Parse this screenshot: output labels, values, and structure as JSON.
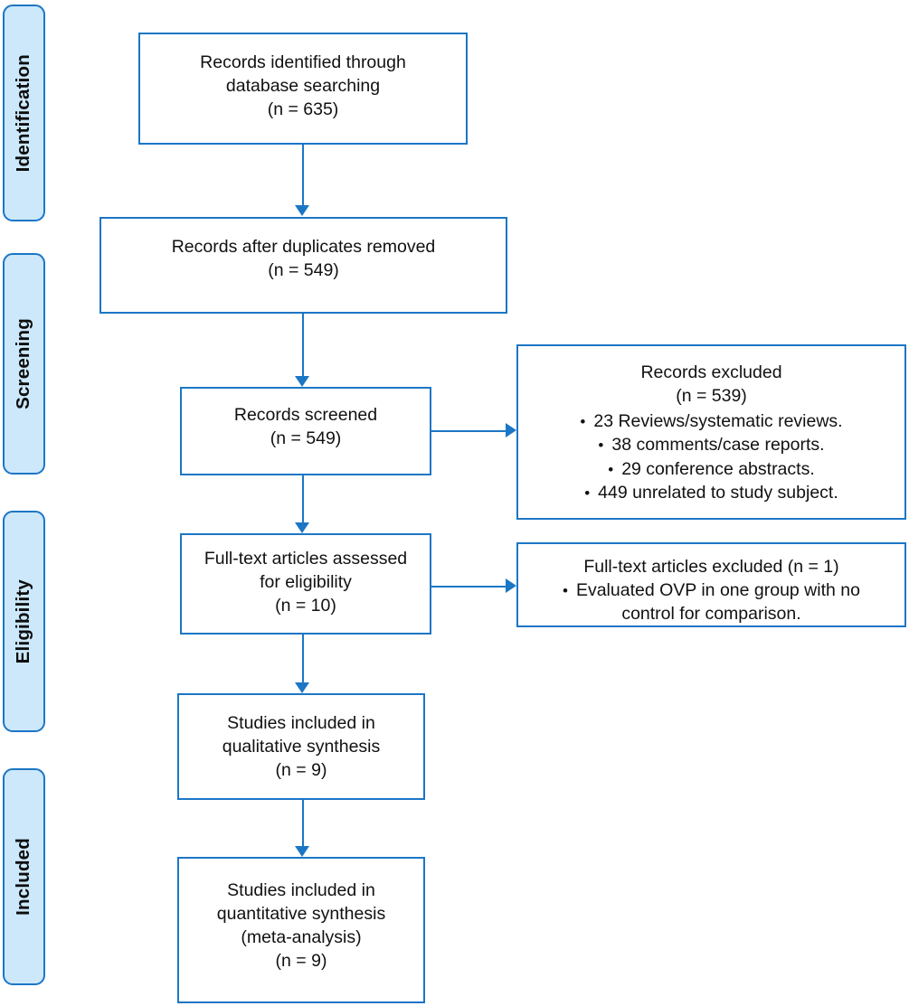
{
  "diagram": {
    "title": "PRISMA flow diagram",
    "colors": {
      "box_border": "#1C76C6",
      "box_fill": "#FFFFFF",
      "stage_fill": "#CCE8FA",
      "stage_border": "#1C76C6",
      "connector": "#1C76C6",
      "text": "#111111"
    }
  },
  "stages": [
    {
      "id": "identification",
      "label": "Identification"
    },
    {
      "id": "screening",
      "label": "Screening"
    },
    {
      "id": "eligibility",
      "label": "Eligibility"
    },
    {
      "id": "included",
      "label": "Included"
    }
  ],
  "boxes": {
    "records_identified": {
      "lines": [
        "Records identified through",
        "database searching",
        "(n = 635)"
      ]
    },
    "records_after_duplicates": {
      "lines": [
        "Records after duplicates removed",
        "(n = 549)"
      ]
    },
    "records_screened": {
      "lines": [
        "Records screened",
        "(n = 549)"
      ]
    },
    "records_excluded": {
      "lines": [
        "Records excluded",
        "(n = 539)"
      ],
      "bullets": [
        "23 Reviews/systematic reviews.",
        "38 comments/case reports.",
        "29 conference abstracts.",
        "449 unrelated to study subject."
      ],
      "bullet_marker": "•"
    },
    "fulltext_assessed": {
      "lines": [
        "Full-text articles assessed",
        "for eligibility",
        "(n = 10)"
      ]
    },
    "fulltext_excluded": {
      "lines": [
        "Full-text articles excluded (n = 1)"
      ],
      "bullets": [
        "Evaluated OVP in one group with no",
        "control for comparison."
      ],
      "bullet_marker": "•"
    },
    "studies_qualitative": {
      "lines": [
        "Studies included in",
        "qualitative synthesis",
        "(n = 9)"
      ]
    },
    "studies_quantitative": {
      "lines": [
        "Studies included in",
        "quantitative synthesis",
        "(meta-analysis)",
        "(n = 9)"
      ]
    }
  }
}
